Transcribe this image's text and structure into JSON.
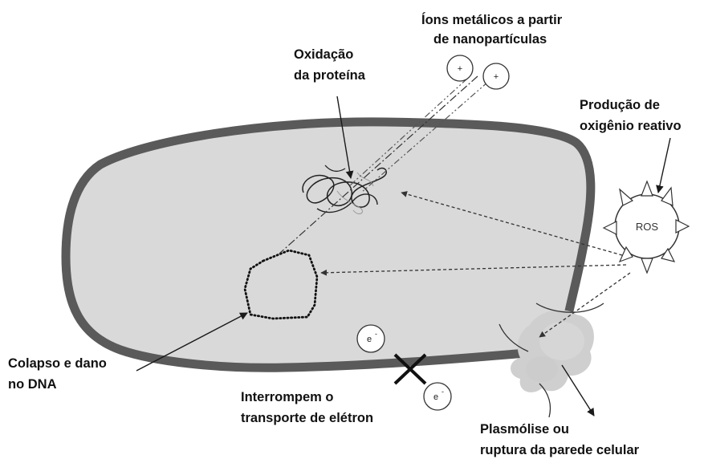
{
  "labels": {
    "metal_ions_line1": "Íons metálicos a partir",
    "metal_ions_line2": "de nanopartículas",
    "protein_oxidation_line1": "Oxidação",
    "protein_oxidation_line2": "da proteína",
    "ros_production_line1": "Produção de",
    "ros_production_line2": "oxigênio reativo",
    "dna_damage_line1": "Colapso e dano",
    "dna_damage_line2": "no DNA",
    "electron_transport_line1": "Interrompem o",
    "electron_transport_line2": "transporte de elétron",
    "plasmolysis_line1": "Plasmólise ou",
    "plasmolysis_line2": "ruptura da parede celular"
  },
  "symbols": {
    "ros": "ROS",
    "plus": "+",
    "electron": "e",
    "electron_sup": "-"
  },
  "colors": {
    "cell_fill": "#d9d9d9",
    "cell_wall": "#5a5a5a",
    "text": "#111111"
  }
}
